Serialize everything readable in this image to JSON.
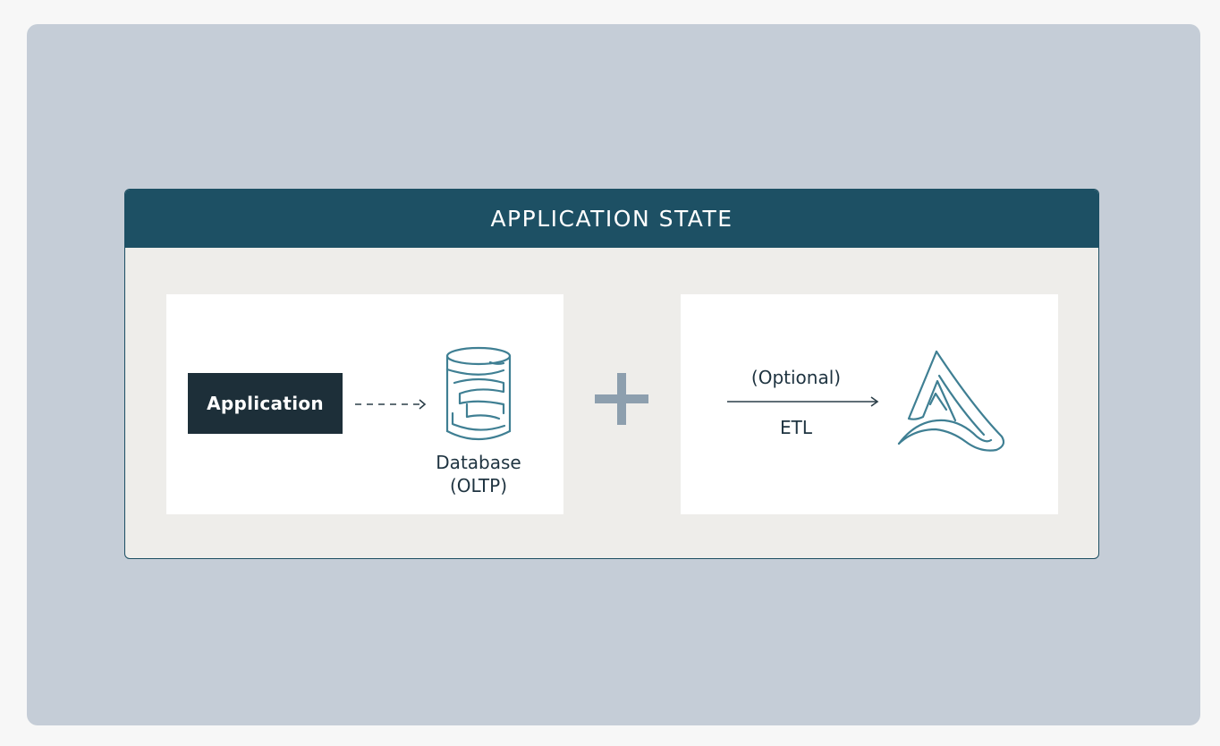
{
  "diagram": {
    "title": "APPLICATION STATE",
    "application_label": "Application",
    "database_label_line1": "Database",
    "database_label_line2": "(OLTP)",
    "etl_optional_label": "(Optional)",
    "etl_label": "ETL",
    "icons": {
      "database": "database-icon",
      "plus": "plus-icon",
      "platform_logo": "delta-logo-icon"
    },
    "colors": {
      "header": "#1d5064",
      "app_box": "#1d2f39",
      "icon_stroke": "#3f7f93",
      "plus": "#8d9fae",
      "background": "#c5cdd7"
    }
  }
}
